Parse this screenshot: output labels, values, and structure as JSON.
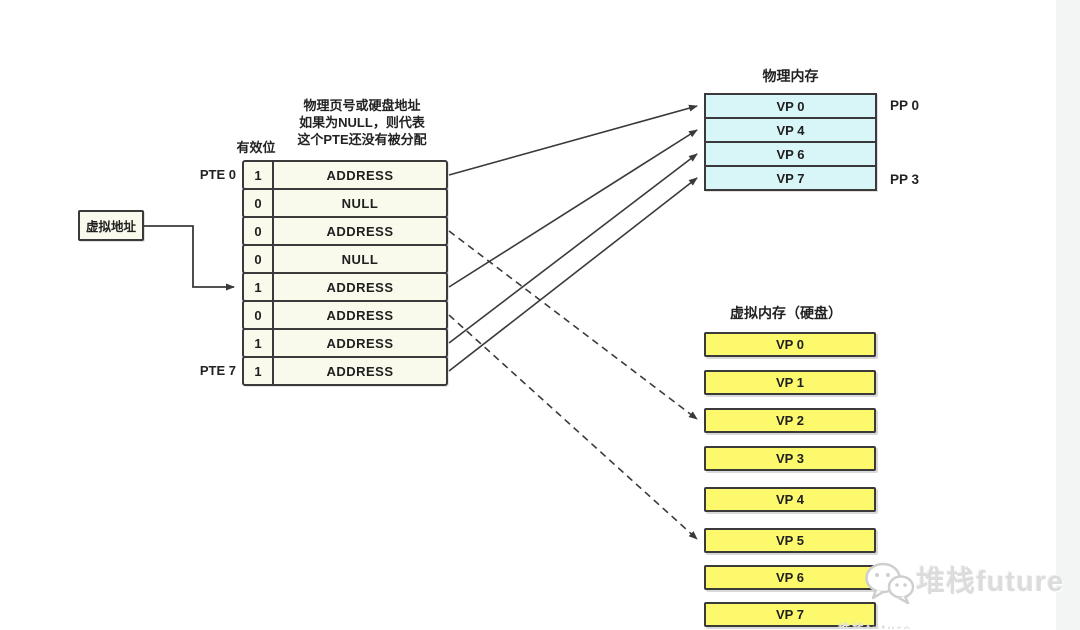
{
  "annotation": {
    "line1": "物理页号或硬盘地址",
    "line2": "如果为NULL，则代表",
    "line3": "这个PTE还没有被分配"
  },
  "valid_bit_header": "有效位",
  "virtual_address_label": "虚拟地址",
  "page_table": {
    "first_row_label": "PTE 0",
    "last_row_label": "PTE 7",
    "rows": [
      {
        "valid": "1",
        "value": "ADDRESS"
      },
      {
        "valid": "0",
        "value": "NULL"
      },
      {
        "valid": "0",
        "value": "ADDRESS"
      },
      {
        "valid": "0",
        "value": "NULL"
      },
      {
        "valid": "1",
        "value": "ADDRESS"
      },
      {
        "valid": "0",
        "value": "ADDRESS"
      },
      {
        "valid": "1",
        "value": "ADDRESS"
      },
      {
        "valid": "1",
        "value": "ADDRESS"
      }
    ]
  },
  "physical_memory": {
    "title": "物理内存",
    "rows": [
      "VP 0",
      "VP 4",
      "VP 6",
      "VP 7"
    ],
    "first_pp_label": "PP 0",
    "last_pp_label": "PP 3"
  },
  "virtual_memory": {
    "title": "虚拟内存（硬盘）",
    "rows": [
      "VP 0",
      "VP 1",
      "VP 2",
      "VP 3",
      "VP 4",
      "VP 5",
      "VP 6",
      "VP 7"
    ]
  },
  "mappings": {
    "solid_to_physical": [
      {
        "pte_index": 0,
        "target": "VP 0"
      },
      {
        "pte_index": 4,
        "target": "VP 4"
      },
      {
        "pte_index": 6,
        "target": "VP 6"
      },
      {
        "pte_index": 7,
        "target": "VP 7"
      }
    ],
    "dashed_to_disk": [
      {
        "pte_index": 2,
        "target": "VP 2"
      },
      {
        "pte_index": 5,
        "target": "VP 5"
      }
    ]
  },
  "watermark": {
    "text": "堆栈future",
    "footer_text": "堆栈future"
  },
  "colors": {
    "page_table_fill": "#fafaec",
    "physical_memory_fill": "#d8f5f8",
    "disk_fill": "#fcf96d",
    "line_color": "#3a3a3a",
    "watermark_gray": "#dcdcdc",
    "right_band": "#f3f5f4"
  }
}
